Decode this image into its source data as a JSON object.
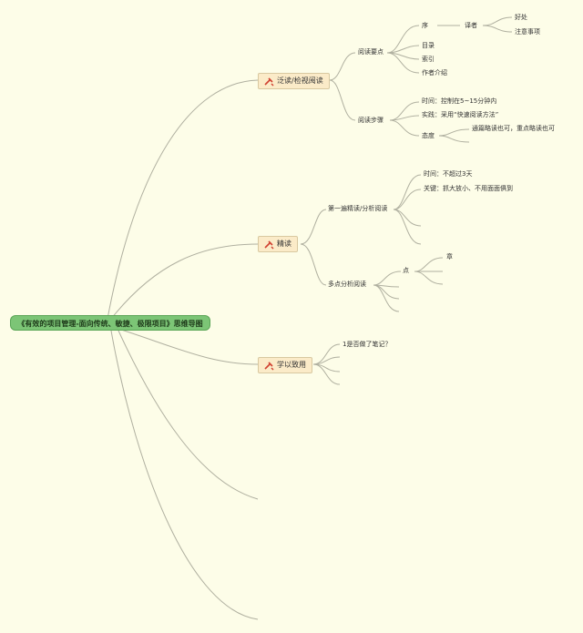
{
  "root": "《有效的项目管理-面向传统、敏捷、极限项目》思维导图",
  "topics": {
    "t1": "泛读/检视阅读",
    "t2": "精读",
    "t3": "学以致用"
  },
  "t1": {
    "read_points": "阅读要点",
    "xu": "序",
    "translator": "译者",
    "good": "好处",
    "notes": "注意事项",
    "toc": "目录",
    "index": "索引",
    "author": "作者介绍",
    "steps": "阅读步骤",
    "time": "时间：控制在5~15分钟内",
    "practice": "实践：采用“快速阅读方法”",
    "attitude": "态度",
    "attitude_detail": "通篇略读也可，重点略读也可"
  },
  "t2": {
    "first": "第一遍精读/分析阅读",
    "time": "时间：不超过3天",
    "key": "关键：抓大放小、不用面面俱到",
    "multi": "多点分析阅读",
    "point": "点",
    "chapter": "章"
  },
  "t3": {
    "q1": "1是否做了笔记？"
  }
}
